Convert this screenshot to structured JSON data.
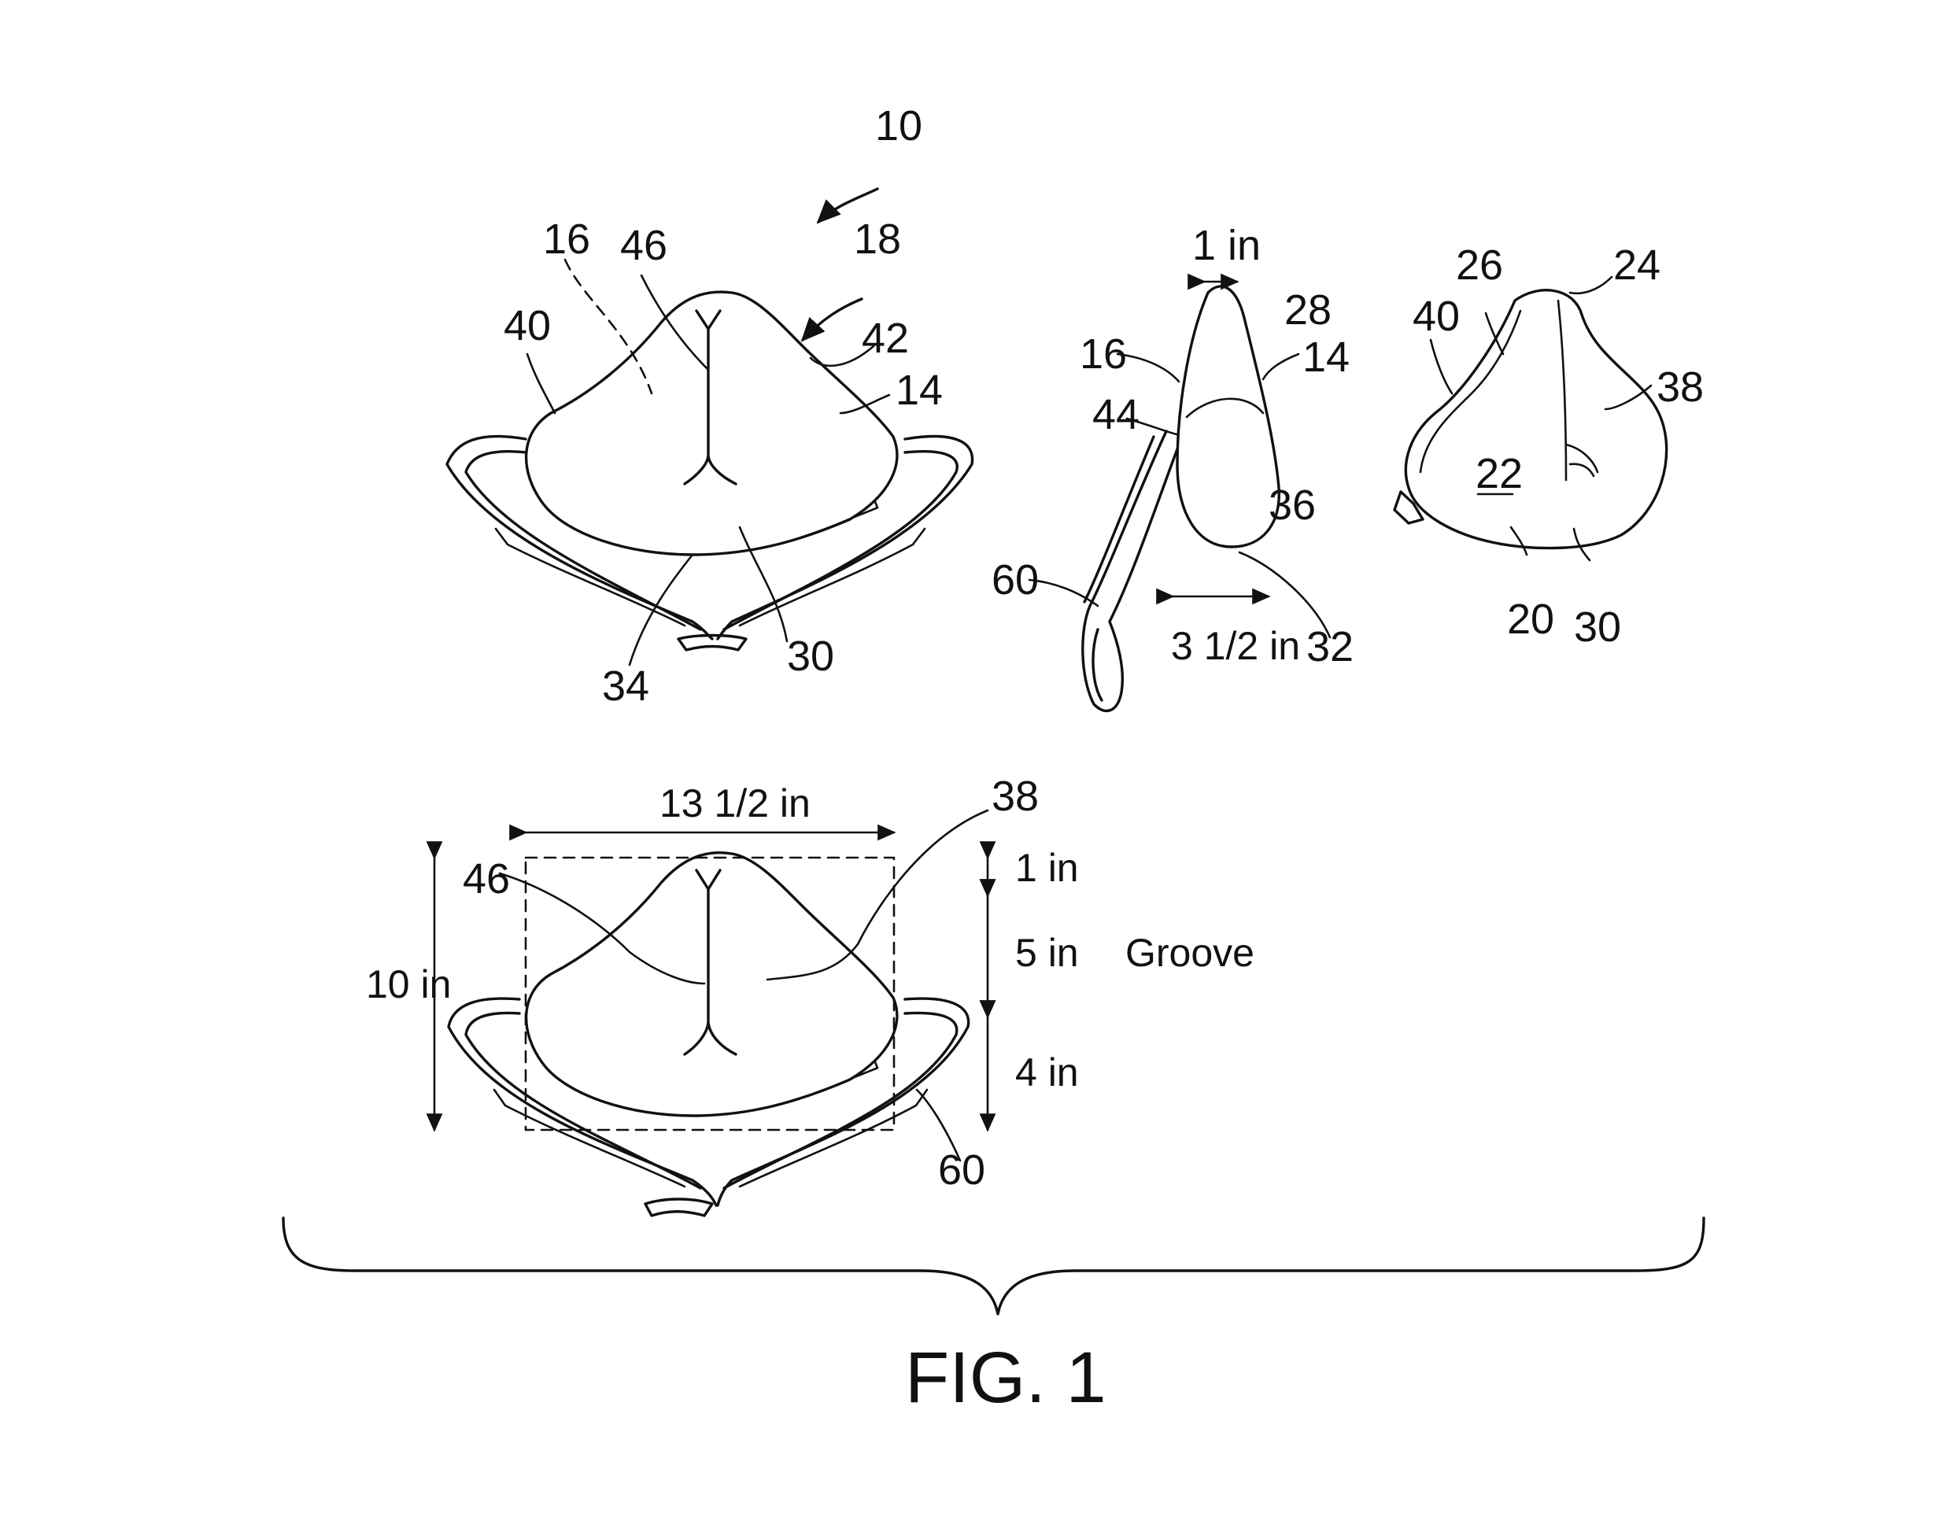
{
  "figure": {
    "caption": "FIG. 1"
  },
  "top_front_view": {
    "labels": {
      "l10": "10",
      "l16": "16",
      "l46": "46",
      "l18": "18",
      "l40": "40",
      "l42": "42",
      "l14": "14",
      "l34": "34",
      "l30": "30"
    }
  },
  "side_view": {
    "labels": {
      "l1in": "1 in",
      "l28": "28",
      "l16": "16",
      "l14": "14",
      "l44": "44",
      "l36": "36",
      "l60": "60",
      "l3half": "3 1/2 in",
      "l32": "32"
    }
  },
  "back_view": {
    "labels": {
      "l26": "26",
      "l24": "24",
      "l40": "40",
      "l38": "38",
      "l22": "22",
      "l20": "20",
      "l30": "30"
    }
  },
  "bottom_view": {
    "labels": {
      "width": "13 1/2 in",
      "l38": "38",
      "l46": "46",
      "height": "10 in",
      "top_seg": "1 in",
      "mid_seg": "5 in",
      "groove": "Groove",
      "low_seg": "4 in",
      "l60": "60"
    }
  }
}
